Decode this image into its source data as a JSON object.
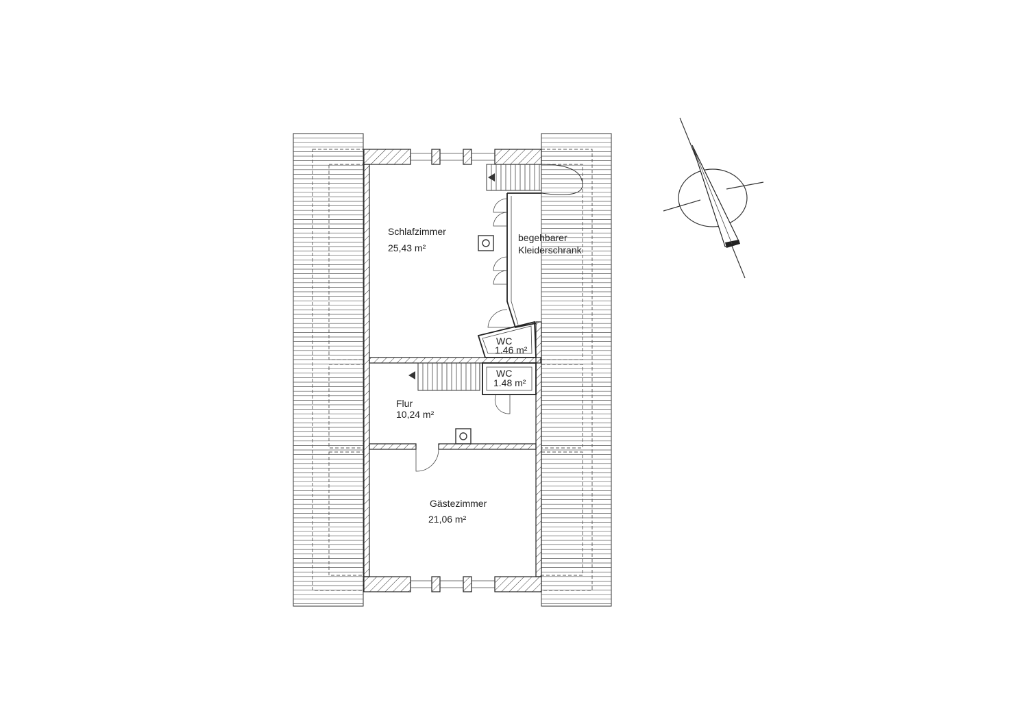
{
  "plan": {
    "rooms": [
      {
        "key": "schlafzimmer",
        "name": "Schlafzimmer",
        "area": "25,43 m²"
      },
      {
        "key": "kleiderschrank",
        "name_line1": "begehbarer",
        "name_line2": "Kleiderschrank"
      },
      {
        "key": "wc1",
        "name": "WC",
        "area": "1.46 m²"
      },
      {
        "key": "wc2",
        "name": "WC",
        "area": "1.48 m²"
      },
      {
        "key": "flur",
        "name": "Flur",
        "area": "10,24 m²"
      },
      {
        "key": "gaestezimmer",
        "name": "Gästezimmer",
        "area": "21,06 m²"
      }
    ],
    "colors": {
      "ink": "#222222",
      "paper": "#ffffff"
    },
    "north_arrow": {
      "icon": "north-arrow-icon"
    }
  }
}
